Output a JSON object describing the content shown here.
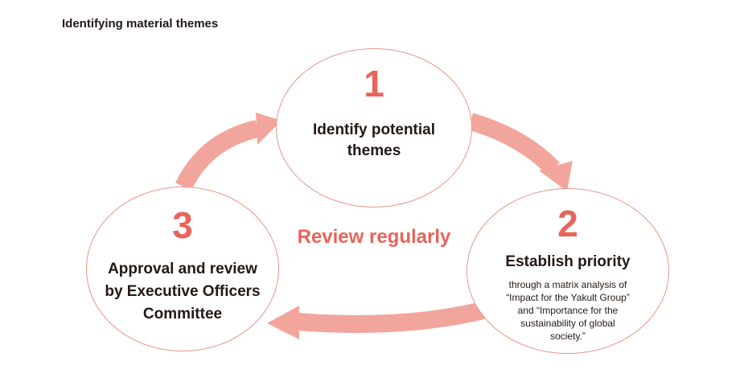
{
  "title": "Identifying material themes",
  "center_label": "Review regularly",
  "steps": [
    {
      "number": "1",
      "heading_lines": [
        "Identify potential",
        "themes"
      ]
    },
    {
      "number": "2",
      "heading_lines": [
        "Establish priority"
      ],
      "description_lines": [
        "through a matrix analysis of",
        "“Impact for the Yakult Group”",
        "and “Importance for the",
        "sustainability of global",
        "society.”"
      ]
    },
    {
      "number": "3",
      "heading_lines": [
        "Approval and review",
        "by Executive Officers",
        "Committee"
      ]
    }
  ],
  "colors": {
    "accent": "#e8645a",
    "arrow": "#f2a59c",
    "circle_border": "#e9958b",
    "text": "#231815"
  }
}
